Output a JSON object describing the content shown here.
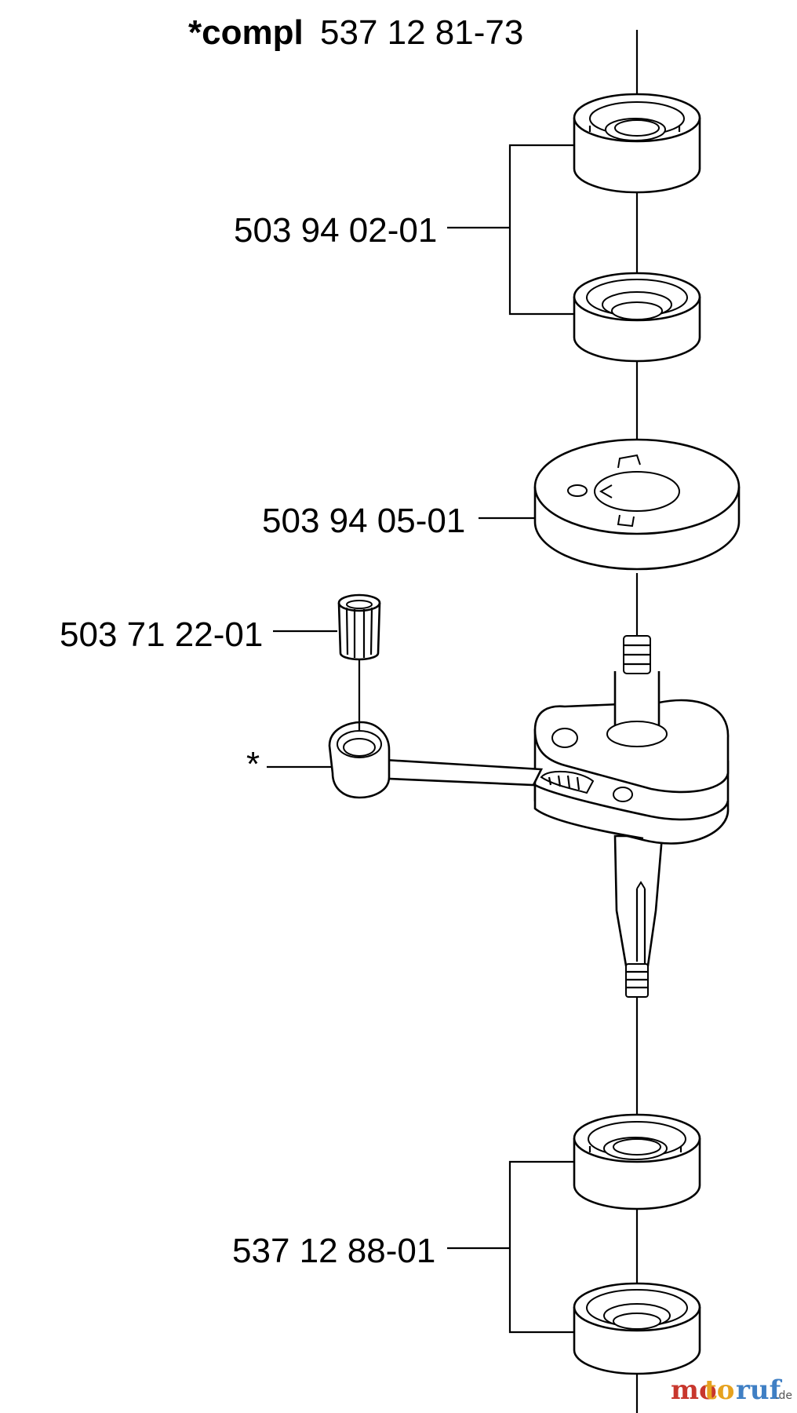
{
  "header": {
    "compl_prefix": "*compl",
    "compl_number": "537 12 81-73"
  },
  "callouts": {
    "bearing_top": "503 94 02-01",
    "gear_disc": "503 94 05-01",
    "needle_bearing": "503 71 22-01",
    "connecting_rod": "*",
    "bearing_bottom": "537 12 88-01"
  },
  "watermark": {
    "mo": "mo",
    "to": "to",
    "ruf": "ruf",
    "de": ".de"
  },
  "colors": {
    "line": "#000000",
    "background": "#ffffff",
    "watermark_red": "#c8372d",
    "watermark_orange": "#e6a21f",
    "watermark_blue": "#3f7fc4"
  }
}
